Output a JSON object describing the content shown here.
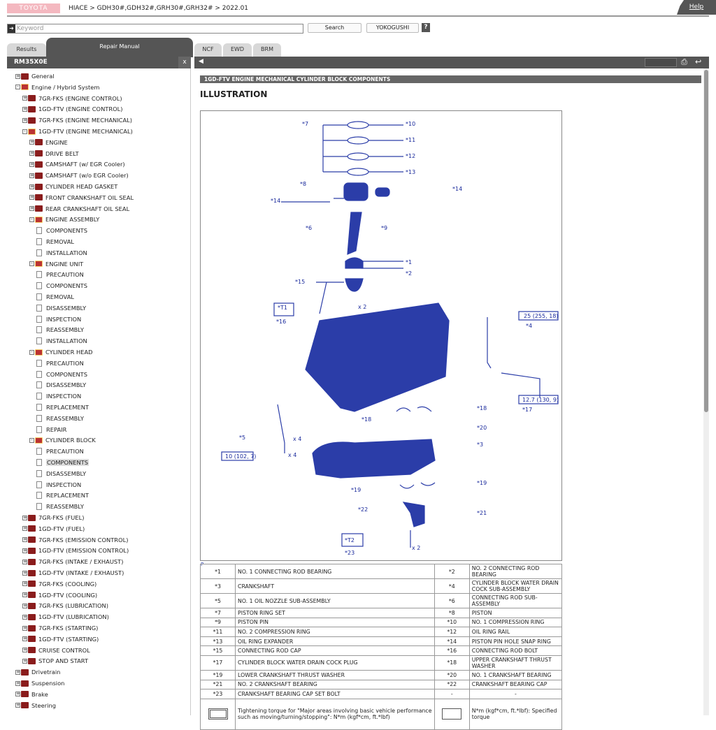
{
  "header": {
    "logo": "TOYOTA",
    "breadcrumb": "HIACE > GDH30#,GDH32#,GRH30#,GRH32# > 2022.01",
    "help": "Help"
  },
  "search": {
    "placeholder": "Keyword",
    "search_label": "Search",
    "yokogushi_label": "YOKOGUSHI",
    "help_icon": "?"
  },
  "tabs": {
    "results": "Results",
    "repair_manual": "Repair Manual",
    "ncf": "NCF",
    "ewd": "EWD",
    "brm": "BRM"
  },
  "sidebar": {
    "title": "RM35X0E",
    "close": "x",
    "tree": [
      {
        "l": 0,
        "t": "General",
        "s": "+"
      },
      {
        "l": 0,
        "t": "Engine / Hybrid System",
        "s": "-"
      },
      {
        "l": 1,
        "t": "7GR-FKS (ENGINE CONTROL)",
        "s": "+"
      },
      {
        "l": 1,
        "t": "1GD-FTV (ENGINE CONTROL)",
        "s": "+"
      },
      {
        "l": 1,
        "t": "7GR-FKS (ENGINE MECHANICAL)",
        "s": "+"
      },
      {
        "l": 1,
        "t": "1GD-FTV (ENGINE MECHANICAL)",
        "s": "-"
      },
      {
        "l": 2,
        "t": "ENGINE",
        "s": "+"
      },
      {
        "l": 2,
        "t": "DRIVE BELT",
        "s": "+"
      },
      {
        "l": 2,
        "t": "CAMSHAFT (w/ EGR Cooler)",
        "s": "+"
      },
      {
        "l": 2,
        "t": "CAMSHAFT (w/o EGR Cooler)",
        "s": "+"
      },
      {
        "l": 2,
        "t": "CYLINDER HEAD GASKET",
        "s": "+"
      },
      {
        "l": 2,
        "t": "FRONT CRANKSHAFT OIL SEAL",
        "s": "+"
      },
      {
        "l": 2,
        "t": "REAR CRANKSHAFT OIL SEAL",
        "s": "+"
      },
      {
        "l": 2,
        "t": "ENGINE ASSEMBLY",
        "s": "-"
      },
      {
        "l": 3,
        "t": "COMPONENTS"
      },
      {
        "l": 3,
        "t": "REMOVAL"
      },
      {
        "l": 3,
        "t": "INSTALLATION"
      },
      {
        "l": 2,
        "t": "ENGINE UNIT",
        "s": "-"
      },
      {
        "l": 3,
        "t": "PRECAUTION"
      },
      {
        "l": 3,
        "t": "COMPONENTS"
      },
      {
        "l": 3,
        "t": "REMOVAL"
      },
      {
        "l": 3,
        "t": "DISASSEMBLY"
      },
      {
        "l": 3,
        "t": "INSPECTION"
      },
      {
        "l": 3,
        "t": "REASSEMBLY"
      },
      {
        "l": 3,
        "t": "INSTALLATION"
      },
      {
        "l": 2,
        "t": "CYLINDER HEAD",
        "s": "-"
      },
      {
        "l": 3,
        "t": "PRECAUTION"
      },
      {
        "l": 3,
        "t": "COMPONENTS"
      },
      {
        "l": 3,
        "t": "DISASSEMBLY"
      },
      {
        "l": 3,
        "t": "INSPECTION"
      },
      {
        "l": 3,
        "t": "REPLACEMENT"
      },
      {
        "l": 3,
        "t": "REASSEMBLY"
      },
      {
        "l": 3,
        "t": "REPAIR"
      },
      {
        "l": 2,
        "t": "CYLINDER BLOCK",
        "s": "-"
      },
      {
        "l": 3,
        "t": "PRECAUTION"
      },
      {
        "l": 3,
        "t": "COMPONENTS",
        "sel": true
      },
      {
        "l": 3,
        "t": "DISASSEMBLY"
      },
      {
        "l": 3,
        "t": "INSPECTION"
      },
      {
        "l": 3,
        "t": "REPLACEMENT"
      },
      {
        "l": 3,
        "t": "REASSEMBLY"
      },
      {
        "l": 1,
        "t": "7GR-FKS (FUEL)",
        "s": "+"
      },
      {
        "l": 1,
        "t": "1GD-FTV (FUEL)",
        "s": "+"
      },
      {
        "l": 1,
        "t": "7GR-FKS (EMISSION CONTROL)",
        "s": "+"
      },
      {
        "l": 1,
        "t": "1GD-FTV (EMISSION CONTROL)",
        "s": "+"
      },
      {
        "l": 1,
        "t": "7GR-FKS (INTAKE / EXHAUST)",
        "s": "+"
      },
      {
        "l": 1,
        "t": "1GD-FTV (INTAKE / EXHAUST)",
        "s": "+"
      },
      {
        "l": 1,
        "t": "7GR-FKS (COOLING)",
        "s": "+"
      },
      {
        "l": 1,
        "t": "1GD-FTV (COOLING)",
        "s": "+"
      },
      {
        "l": 1,
        "t": "7GR-FKS (LUBRICATION)",
        "s": "+"
      },
      {
        "l": 1,
        "t": "1GD-FTV (LUBRICATION)",
        "s": "+"
      },
      {
        "l": 1,
        "t": "7GR-FKS (STARTING)",
        "s": "+"
      },
      {
        "l": 1,
        "t": "1GD-FTV (STARTING)",
        "s": "+"
      },
      {
        "l": 1,
        "t": "CRUISE CONTROL",
        "s": "+"
      },
      {
        "l": 1,
        "t": "STOP AND START",
        "s": "+"
      },
      {
        "l": 0,
        "t": "Drivetrain",
        "s": "+"
      },
      {
        "l": 0,
        "t": "Suspension",
        "s": "+"
      },
      {
        "l": 0,
        "t": "Brake",
        "s": "+"
      },
      {
        "l": 0,
        "t": "Steering",
        "s": "+"
      }
    ]
  },
  "content": {
    "section_title": "1GD-FTV ENGINE MECHANICAL  CYLINDER BLOCK  COMPONENTS",
    "heading": "ILLUSTRATION",
    "illustration_code": "P",
    "callouts": [
      "*7",
      "*10",
      "*11",
      "*12",
      "*13",
      "*8",
      "*14",
      "*14",
      "*9",
      "*6",
      "*1",
      "*2",
      "*15",
      "*T1",
      "x 2",
      "*16",
      "25 (255, 18)",
      "*4",
      "12.7 (130, 9)",
      "*17",
      "*18",
      "*18",
      "*20",
      "*5",
      "x 4",
      "10 (102, 7)",
      "x 4",
      "*3",
      "*19",
      "*19",
      "*22",
      "*21",
      "*T2",
      "x 2",
      "*23"
    ],
    "parts": [
      [
        "*1",
        "NO. 1 CONNECTING ROD BEARING",
        "*2",
        "NO. 2 CONNECTING ROD BEARING"
      ],
      [
        "*3",
        "CRANKSHAFT",
        "*4",
        "CYLINDER BLOCK WATER DRAIN COCK SUB-ASSEMBLY"
      ],
      [
        "*5",
        "NO. 1 OIL NOZZLE SUB-ASSEMBLY",
        "*6",
        "CONNECTING ROD SUB-ASSEMBLY"
      ],
      [
        "*7",
        "PISTON RING SET",
        "*8",
        "PISTON"
      ],
      [
        "*9",
        "PISTON PIN",
        "*10",
        "NO. 1 COMPRESSION RING"
      ],
      [
        "*11",
        "NO. 2 COMPRESSION RING",
        "*12",
        "OIL RING RAIL"
      ],
      [
        "*13",
        "OIL RING EXPANDER",
        "*14",
        "PISTON PIN HOLE SNAP RING"
      ],
      [
        "*15",
        "CONNECTING ROD CAP",
        "*16",
        "CONNECTING ROD BOLT"
      ],
      [
        "*17",
        "CYLINDER BLOCK WATER DRAIN COCK PLUG",
        "*18",
        "UPPER CRANKSHAFT THRUST WASHER"
      ],
      [
        "*19",
        "LOWER CRANKSHAFT THRUST WASHER",
        "*20",
        "NO. 1 CRANKSHAFT BEARING"
      ],
      [
        "*21",
        "NO. 2 CRANKSHAFT BEARING",
        "*22",
        "CRANKSHAFT BEARING CAP"
      ],
      [
        "*23",
        "CRANKSHAFT BEARING CAP SET BOLT",
        "-",
        "-"
      ]
    ],
    "legend1": "Tightening torque for \"Major areas involving basic vehicle performance such as moving/turning/stopping\": N*m (kgf*cm, ft.*lbf)",
    "legend2": "N*m (kgf*cm, ft.*lbf): Specified torque"
  },
  "colors": {
    "illustration": "#2b3da8",
    "header_bar": "#555555"
  }
}
